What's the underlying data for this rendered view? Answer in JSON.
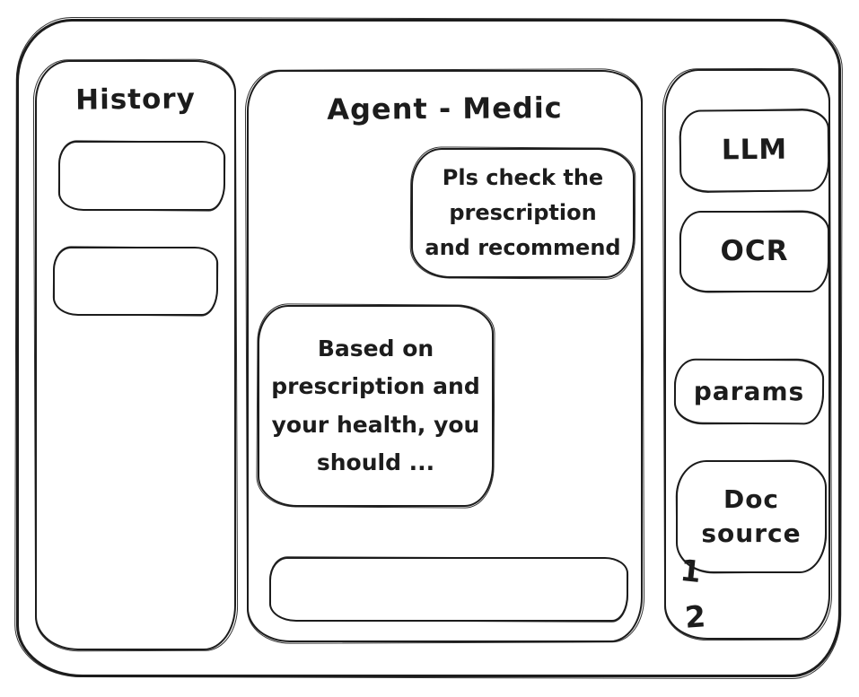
{
  "palette": {
    "background": "#ffffff",
    "ink": "#1c1c1c"
  },
  "history_panel": {
    "title": "History",
    "items": [
      {
        "label": ""
      },
      {
        "label": ""
      }
    ]
  },
  "chat_panel": {
    "title": "Agent - Medic",
    "messages": [
      {
        "role": "user",
        "text": "Pls check the prescription and recommend"
      },
      {
        "role": "assistant",
        "text": "Based on prescription and your health, you should ..."
      }
    ],
    "input": {
      "value": "",
      "placeholder": ""
    }
  },
  "tools_panel": {
    "buttons": [
      {
        "label": "LLM"
      },
      {
        "label": "OCR"
      },
      {
        "label": "params"
      },
      {
        "label": "Doc source"
      }
    ],
    "annotations": [
      "1",
      "2"
    ]
  }
}
